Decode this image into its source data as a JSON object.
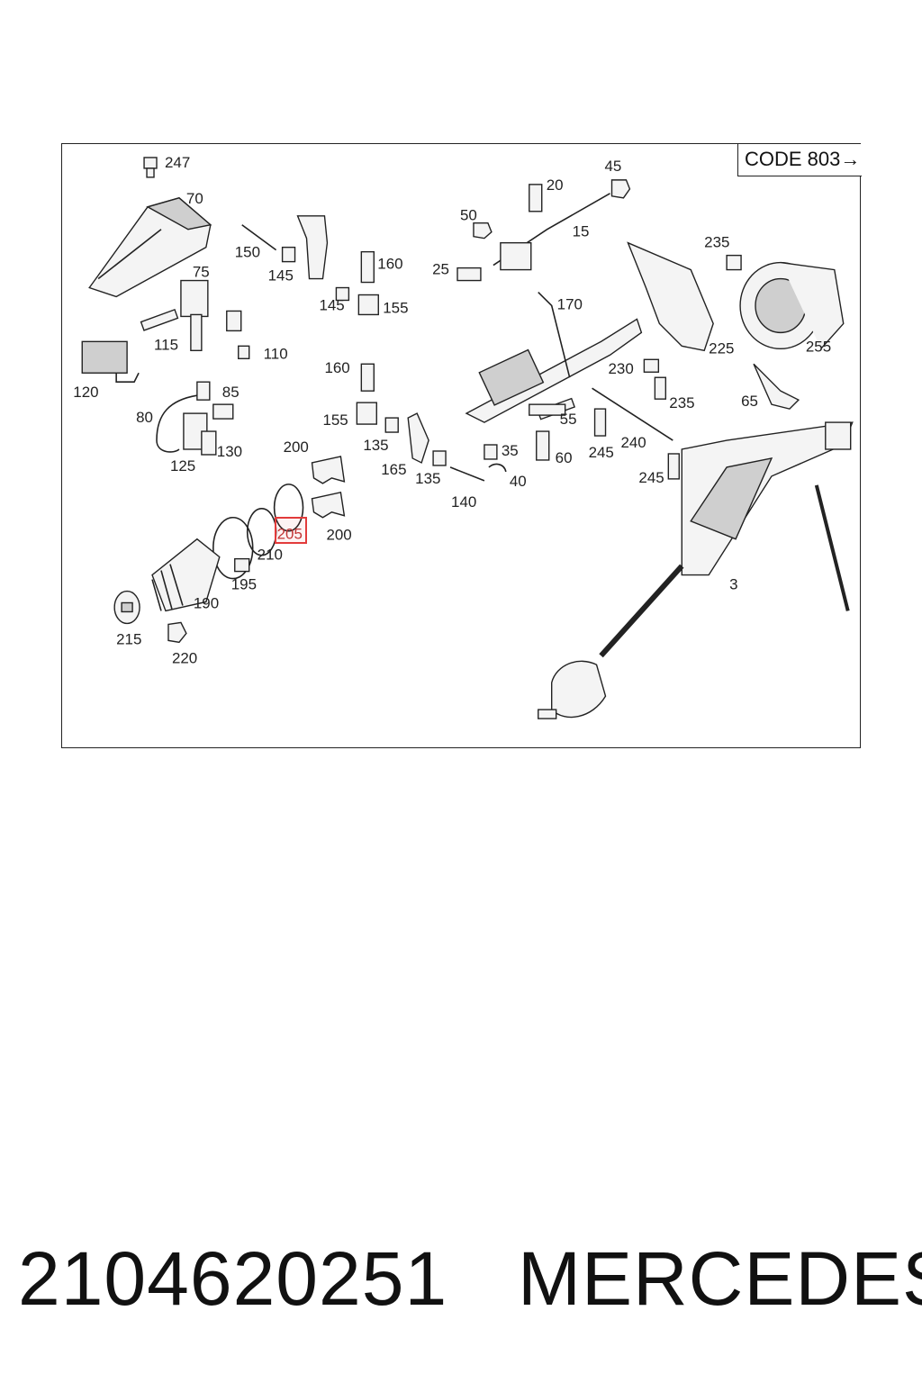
{
  "diagram": {
    "code_label": "CODE 803→",
    "highlighted_callout": "205",
    "callouts": {
      "c247": "247",
      "c70": "70",
      "c75": "75",
      "c150": "150",
      "c145a": "145",
      "c145b": "145",
      "c160a": "160",
      "c155a": "155",
      "c115": "115",
      "c110": "110",
      "c120": "120",
      "c85": "85",
      "c80": "80",
      "c130": "130",
      "c125": "125",
      "c20": "20",
      "c45": "45",
      "c50": "50",
      "c15": "15",
      "c25": "25",
      "c170": "170",
      "c235a": "235",
      "c225": "225",
      "c255": "255",
      "c230": "230",
      "c235b": "235",
      "c65": "65",
      "c160b": "160",
      "c155b": "155",
      "c135a": "135",
      "c200a": "200",
      "c165": "165",
      "c135b": "135",
      "c35": "35",
      "c60": "60",
      "c55": "55",
      "c245a": "245",
      "c240": "240",
      "c245b": "245",
      "c40": "40",
      "c140": "140",
      "c200b": "200",
      "c210": "210",
      "c195": "195",
      "c190": "190",
      "c215": "215",
      "c220": "220",
      "c3": "3"
    }
  },
  "footer": {
    "part_number": "2104620251",
    "brand": "MERCEDES"
  }
}
